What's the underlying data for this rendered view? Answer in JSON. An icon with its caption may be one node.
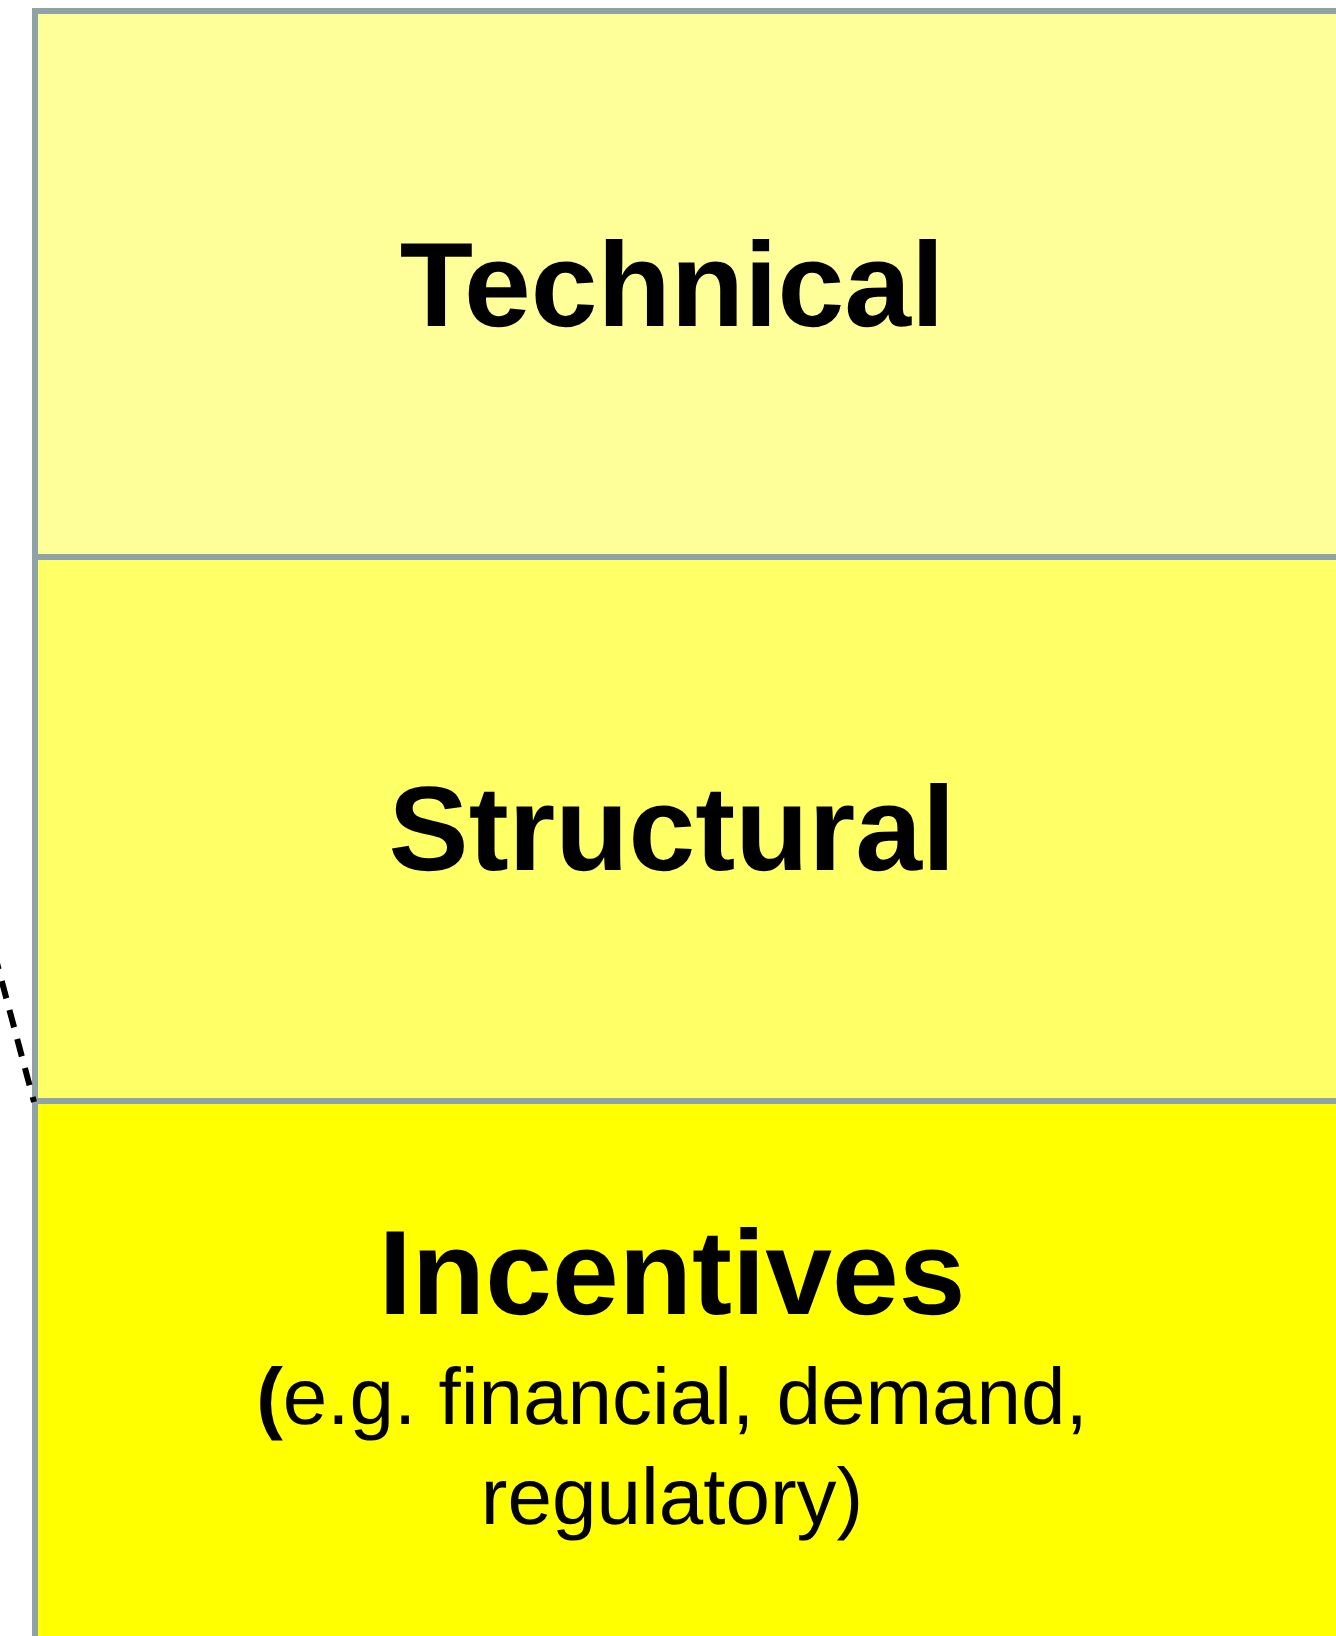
{
  "diagram": {
    "nodes": [
      {
        "text": [
          "Technical"
        ]
      },
      {
        "text": [
          "Structural"
        ]
      },
      {
        "text": [
          "Incentives",
          "**(**e.g. financial, demand, regulatory)"
        ]
      }
    ],
    "edges": [
      {
        "from": null,
        "to": 1,
        "arrow": "none",
        "style": "dashed"
      }
    ]
  }
}
